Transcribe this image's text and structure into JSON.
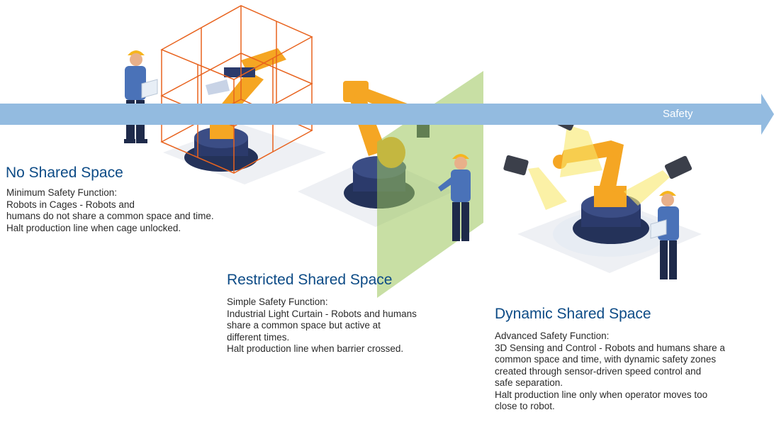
{
  "arrow": {
    "label": "Safety"
  },
  "stages": [
    {
      "title": "No Shared Space",
      "lines": [
        "Minimum Safety Function:",
        "Robots in Cages - Robots and",
        "humans do not share a common space and time.",
        "Halt production line when cage unlocked."
      ]
    },
    {
      "title": "Restricted Shared Space",
      "lines": [
        "Simple Safety Function:",
        "Industrial Light Curtain - Robots and humans",
        "share a common space but active at",
        "different times.",
        "Halt production line when barrier crossed."
      ]
    },
    {
      "title": "Dynamic Shared Space",
      "lines": [
        "Advanced Safety Function:",
        "3D Sensing and Control -  Robots and humans share a",
        "common space and time, with dynamic safety zones",
        "created through sensor-driven speed control and",
        "safe separation.",
        "Halt production line only when operator moves too",
        "close to robot."
      ]
    }
  ],
  "colors": {
    "arrow": "#93bbe0",
    "heading": "#0d4b86",
    "robot": "#f5a623",
    "robot_base": "#2b3a6b",
    "cage": "#e8631e",
    "light_curtain": "#9bc55a",
    "worker_shirt": "#4a72b8",
    "hardhat": "#f6b51e"
  }
}
